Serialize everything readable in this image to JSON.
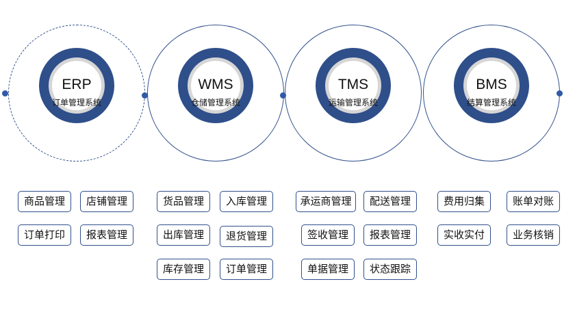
{
  "colors": {
    "primary": "#2f4f8a",
    "dot": "#2f5aa6",
    "inner_ring": "#d6d6d6"
  },
  "systems": [
    {
      "code": "ERP",
      "name": "订单管理系统",
      "modules": [
        "商品管理",
        "店铺管理",
        "订单打印",
        "报表管理"
      ]
    },
    {
      "code": "WMS",
      "name": "仓储管理系统",
      "modules": [
        "货品管理",
        "入库管理",
        "出库管理",
        "退货管理",
        "库存管理",
        "订单管理"
      ]
    },
    {
      "code": "TMS",
      "name": "运输管理系统",
      "modules": [
        "承运商管理",
        "配送管理",
        "签收管理",
        "报表管理",
        "单据管理",
        "状态跟踪"
      ]
    },
    {
      "code": "BMS",
      "name": "结算管理系统",
      "modules": [
        "费用归集",
        "账单对账",
        "实收实付",
        "业务核销"
      ]
    }
  ]
}
